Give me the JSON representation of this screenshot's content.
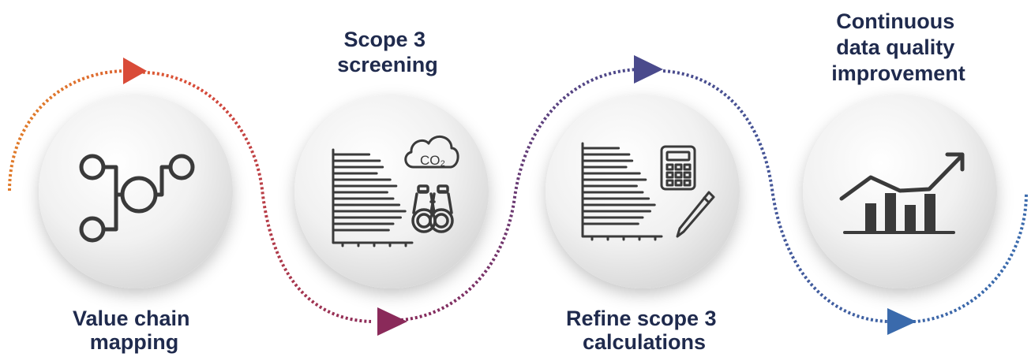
{
  "steps": [
    {
      "id": "value-chain-mapping",
      "label_lines": [
        "Value chain",
        "mapping"
      ],
      "icon": "network-nodes-icon"
    },
    {
      "id": "scope3-screening",
      "label_lines": [
        "Scope 3",
        "screening"
      ],
      "icon": "bar-chart-co2-binoculars-icon"
    },
    {
      "id": "refine-scope3",
      "label_lines": [
        "Refine scope 3",
        "calculations"
      ],
      "icon": "bar-chart-calculator-pencil-icon"
    },
    {
      "id": "data-quality",
      "label_lines": [
        "Continuous",
        "data quality",
        "improvement"
      ],
      "icon": "trend-up-bar-chart-icon"
    }
  ],
  "icon_text": {
    "co2": "CO₂"
  },
  "colors": {
    "orange": "#e07a2a",
    "red": "#d94b38",
    "maroon": "#8a2a5a",
    "purple": "#5a3a8a",
    "indigo": "#4a4a8c",
    "blue": "#3a6aac",
    "label": "#1f2a4d",
    "icon": "#3a3a3a"
  }
}
